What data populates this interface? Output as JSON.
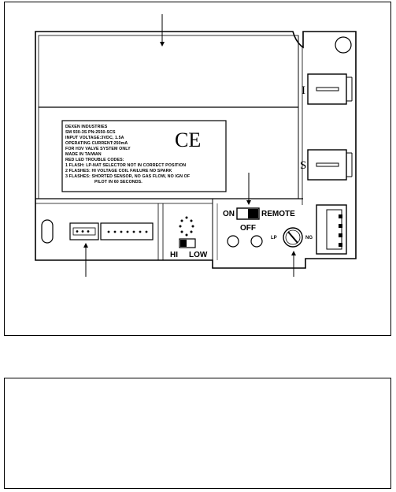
{
  "label": {
    "lines": [
      "DEXEN INDUSTRIES",
      "SM 930-3S  PN:2550-SCS",
      "INPUT VOLTAGE:3VDC, 1.5A",
      "OPERATING CURRENT:250mA",
      "FOR H3V VALVE SYSTEM ONLY",
      "MADE IN TAIWAN",
      "RED LED TROUBLE CODES:",
      "1 FLASH: LP-NAT SELECTOR NOT IN CORRECT POSITION",
      "2 FLASHES: HI VOLTAGE COIL FAILURE NO SPARK",
      "3 FLASHES: SHORTED SENSOR, NO GAS FLOW, NO IGN OF",
      "PILOT IN 60 SECONDS."
    ],
    "ce_mark": "CE"
  },
  "connectors": {
    "i": "I",
    "s": "S"
  },
  "switch": {
    "on": "ON",
    "off": "OFF",
    "remote": "REMOTE"
  },
  "hilow": {
    "hi": "HI",
    "low": "LOW"
  },
  "fuel": {
    "lp": "LP",
    "ng": "NG"
  }
}
